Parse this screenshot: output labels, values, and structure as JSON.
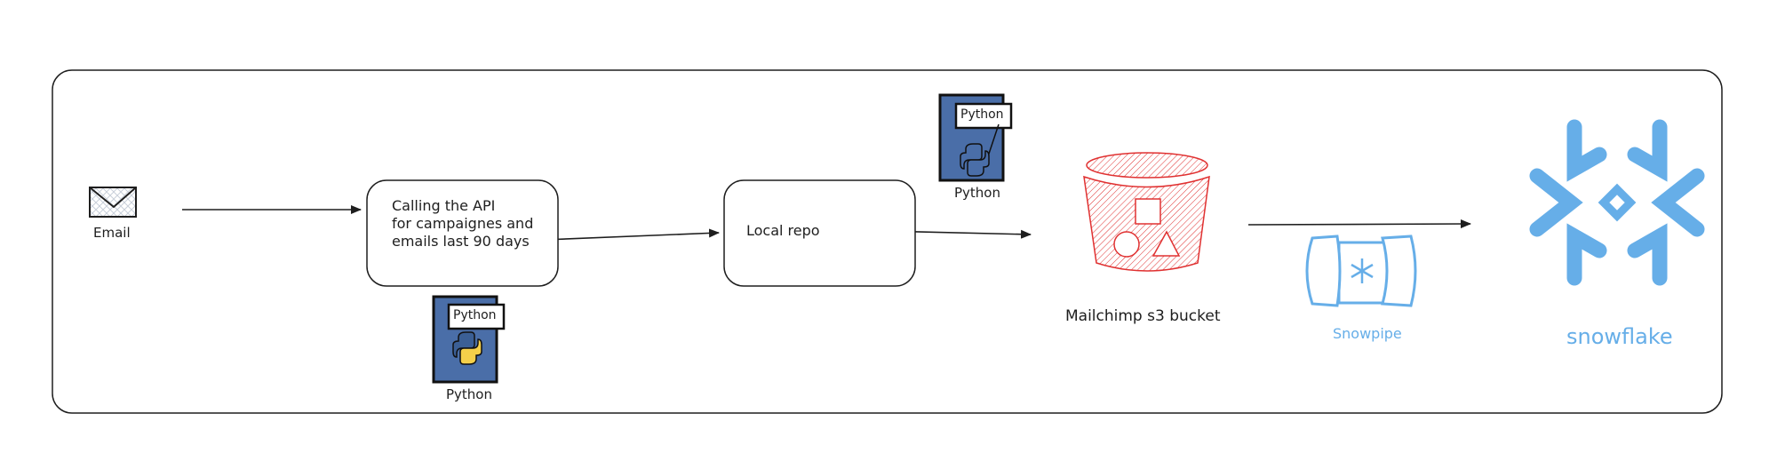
{
  "diagram": {
    "title": "Mailchimp to Snowflake data pipeline",
    "nodes": {
      "email": {
        "label": "Email",
        "icon": "envelope-icon"
      },
      "api_call": {
        "label": "Calling the API\nfor campaignes and\nemails last 90 days",
        "line1": "Calling the API",
        "line2": "for campaignes and",
        "line3": "emails last 90 days"
      },
      "python_1": {
        "badge": "Python",
        "label": "Python",
        "icon": "python-logo-icon"
      },
      "local_repo": {
        "label": "Local repo"
      },
      "python_2": {
        "badge": "Python",
        "label": "Python",
        "icon": "python-logo-icon"
      },
      "s3_bucket": {
        "label": "Mailchimp s3 bucket",
        "icon": "s3-bucket-icon"
      },
      "snowpipe": {
        "label": "Snowpipe",
        "icon": "snowpipe-icon"
      },
      "snowflake": {
        "label": "snowflake",
        "icon": "snowflake-logo-icon"
      }
    },
    "edges": [
      {
        "from": "email",
        "to": "api_call"
      },
      {
        "from": "api_call",
        "to": "local_repo"
      },
      {
        "from": "local_repo",
        "to": "s3_bucket"
      },
      {
        "from": "s3_bucket",
        "to": "snowflake",
        "via": "snowpipe"
      }
    ],
    "colors": {
      "stroke": "#1e1e1e",
      "python_card": "#4a6ea8",
      "s3_red": "#e03131",
      "snowflake_blue": "#66aee8",
      "python_yellow": "#f5d04a"
    }
  }
}
